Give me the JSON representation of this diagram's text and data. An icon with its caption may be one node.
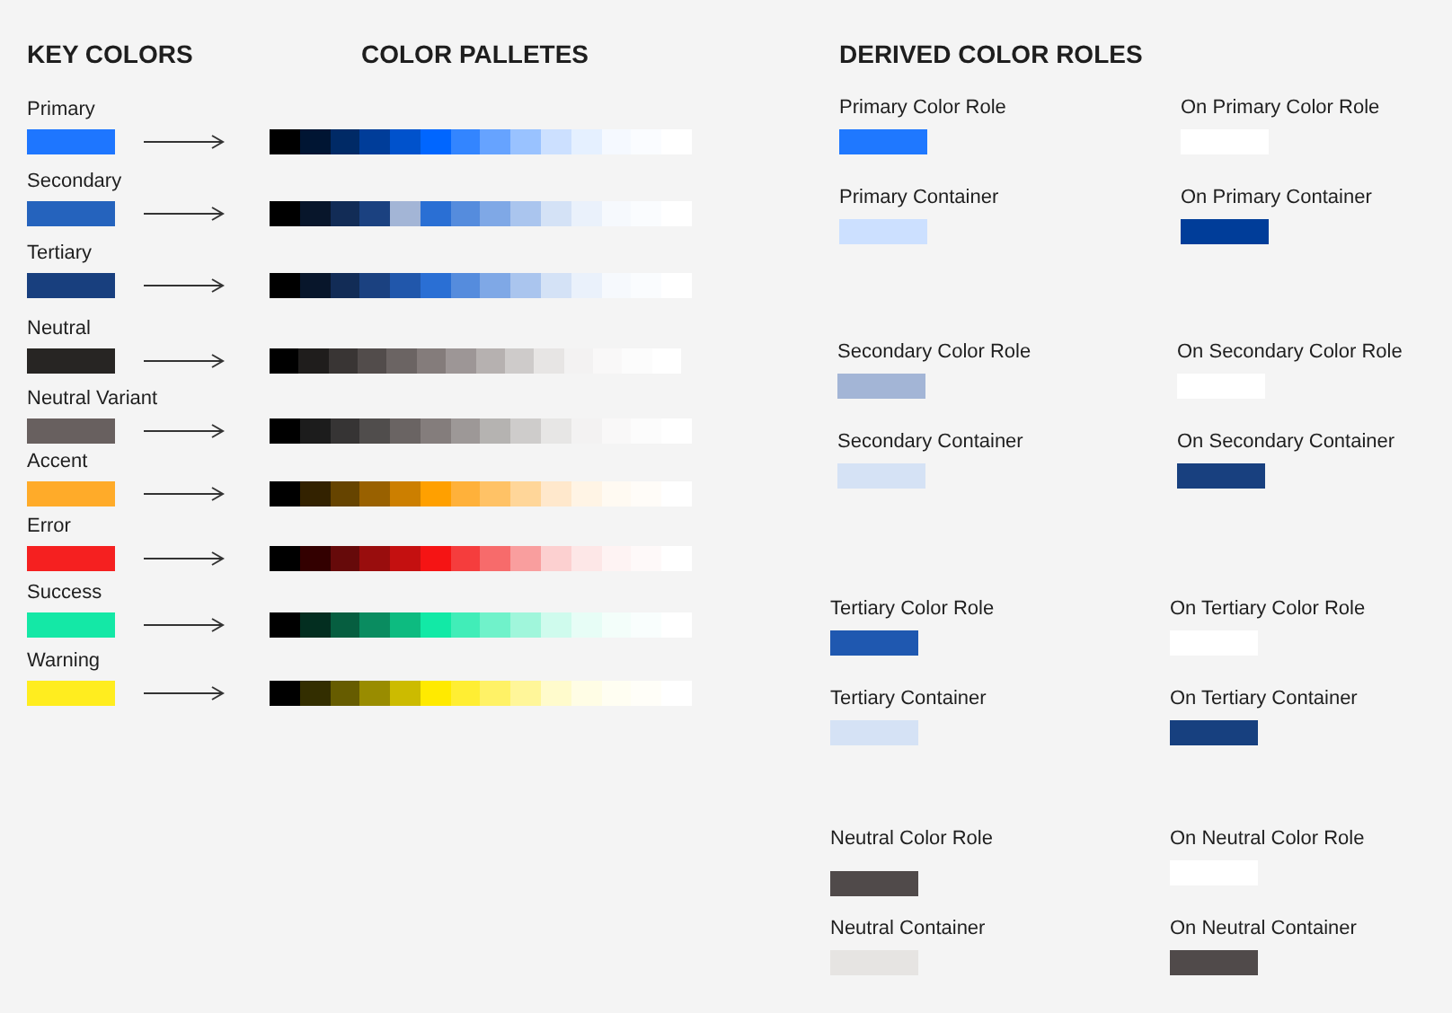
{
  "diagram": {
    "nodes": [
      {
        "text": [
          "Primary"
        ]
      },
      {
        "text": [],
        "shape": "bar"
      },
      {
        "text": [
          "Secondary"
        ]
      },
      {
        "text": [],
        "shape": "bar"
      },
      {
        "text": [
          "Tertiary"
        ]
      },
      {
        "text": [],
        "shape": "bar"
      },
      {
        "text": [
          "Neutral"
        ]
      },
      {
        "text": [],
        "shape": "bar"
      },
      {
        "text": [
          "Neutral Variant"
        ]
      },
      {
        "text": [],
        "shape": "bar"
      },
      {
        "text": [
          "Accent"
        ]
      },
      {
        "text": [],
        "shape": "bar"
      },
      {
        "text": [
          "Error"
        ]
      },
      {
        "text": [],
        "shape": "bar"
      },
      {
        "text": [
          "Success"
        ]
      },
      {
        "text": [],
        "shape": "bar"
      },
      {
        "text": [
          "Warning"
        ]
      },
      {
        "text": [],
        "shape": "bar"
      }
    ],
    "edges": [
      {
        "from": 0,
        "to": 1,
        "arrow": "to"
      },
      {
        "from": 2,
        "to": 3,
        "arrow": "to"
      },
      {
        "from": 4,
        "to": 5,
        "arrow": "to"
      },
      {
        "from": 6,
        "to": 7,
        "arrow": "to"
      },
      {
        "from": 8,
        "to": 9,
        "arrow": "to"
      },
      {
        "from": 10,
        "to": 11,
        "arrow": "to"
      },
      {
        "from": 12,
        "to": 13,
        "arrow": "to"
      },
      {
        "from": 14,
        "to": 15,
        "arrow": "to"
      },
      {
        "from": 16,
        "to": 17,
        "arrow": "to"
      }
    ],
    "labels": [
      "KEY COLORS",
      "COLOR PALLETES",
      "DERIVED COLOR ROLES"
    ],
    "legend": [
      {
        "text": "Primary Color Role",
        "color": "#1f78ff"
      },
      {
        "text": "On Primary Color Role",
        "color": "#ffffff"
      },
      {
        "text": "Primary Container",
        "color": "#cce0ff"
      },
      {
        "text": "On Primary Container",
        "color": "#003d99"
      },
      {
        "text": "Secondary Color Role",
        "color": "#a3b5d6"
      },
      {
        "text": "On Secondary Color Role",
        "color": "#ffffff"
      },
      {
        "text": "Secondary Container",
        "color": "#d5e2f5"
      },
      {
        "text": "On Secondary Container",
        "color": "#18407f"
      },
      {
        "text": "Tertiary Color Role",
        "color": "#1f58b0"
      },
      {
        "text": "On Tertiary Color Role",
        "color": "#ffffff"
      },
      {
        "text": "Tertiary Container",
        "color": "#d5e2f5"
      },
      {
        "text": "On Tertiary Container",
        "color": "#17407f"
      },
      {
        "text": "Neutral Color Role",
        "color": "#504a4a"
      },
      {
        "text": "On Neutral Color Role",
        "color": "#ffffff"
      },
      {
        "text": "Neutral Container",
        "color": "#e6e4e2"
      },
      {
        "text": "On Neutral Container",
        "color": "#504a4a"
      }
    ]
  }
}
